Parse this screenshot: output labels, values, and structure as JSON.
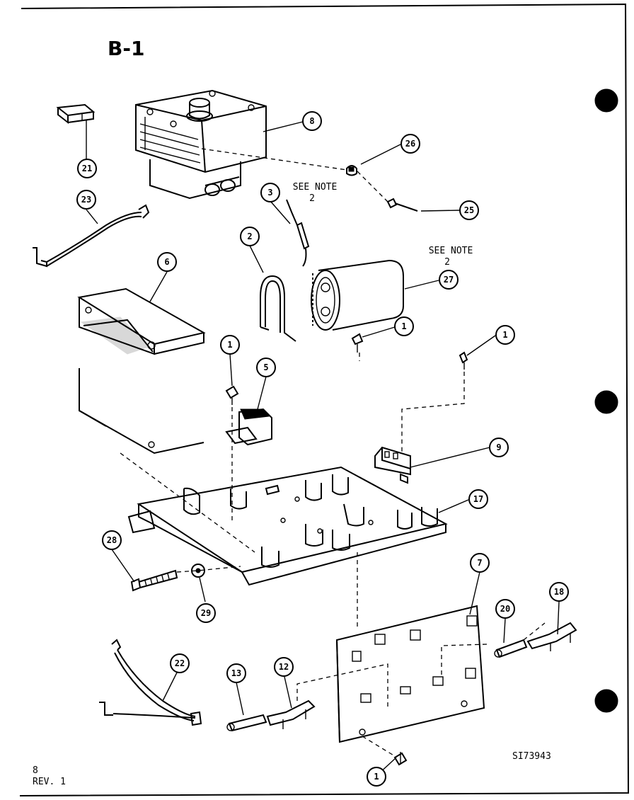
{
  "title": "B-1",
  "notes": [
    {
      "line1": "SEE NOTE",
      "line2": "2"
    },
    {
      "line1": "SEE NOTE",
      "line2": "2"
    }
  ],
  "drawing_number": "SI73943",
  "page_number": "8",
  "revision": "REV. 1",
  "callouts": [
    "8",
    "21",
    "26",
    "3",
    "25",
    "23",
    "2",
    "27",
    "6",
    "1",
    "1",
    "1",
    "5",
    "9",
    "17",
    "28",
    "29",
    "7",
    "20",
    "18",
    "22",
    "13",
    "12",
    "1"
  ]
}
